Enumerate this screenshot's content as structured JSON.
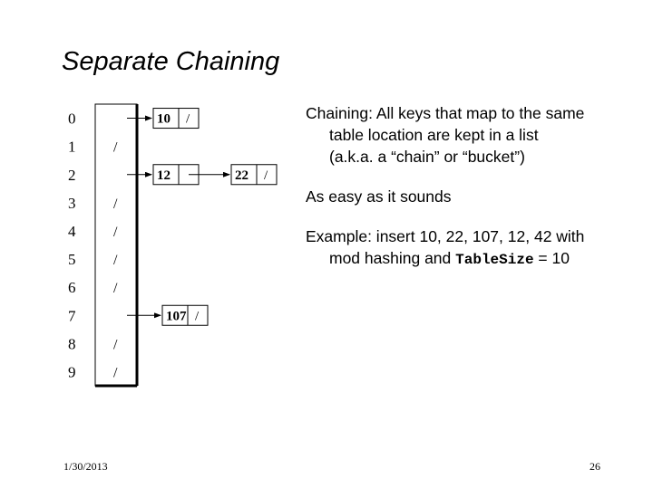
{
  "title": "Separate Chaining",
  "table": {
    "indices": [
      "0",
      "1",
      "2",
      "3",
      "4",
      "5",
      "6",
      "7",
      "8",
      "9"
    ],
    "null_marker": "/",
    "slots": [
      {
        "index": "0",
        "chain": [
          "10"
        ]
      },
      {
        "index": "1",
        "chain": []
      },
      {
        "index": "2",
        "chain": [
          "12",
          "22"
        ]
      },
      {
        "index": "3",
        "chain": []
      },
      {
        "index": "4",
        "chain": []
      },
      {
        "index": "5",
        "chain": []
      },
      {
        "index": "6",
        "chain": []
      },
      {
        "index": "7",
        "chain": [
          "107"
        ]
      },
      {
        "index": "8",
        "chain": []
      },
      {
        "index": "9",
        "chain": []
      }
    ]
  },
  "bullets": {
    "b1_line1": "Chaining: All keys that map to the same",
    "b1_line2": "table location are kept in a list",
    "b1_line3": "(a.k.a. a “chain” or “bucket”)",
    "b2": "As easy as it sounds",
    "b3_line1": "Example: insert 10, 22, 107, 12, 42 with",
    "b3_line2_pre": "mod hashing and ",
    "b3_line2_code": "TableSize",
    "b3_line2_post": " = 10"
  },
  "footer": {
    "date": "1/30/2013",
    "page": "26"
  }
}
